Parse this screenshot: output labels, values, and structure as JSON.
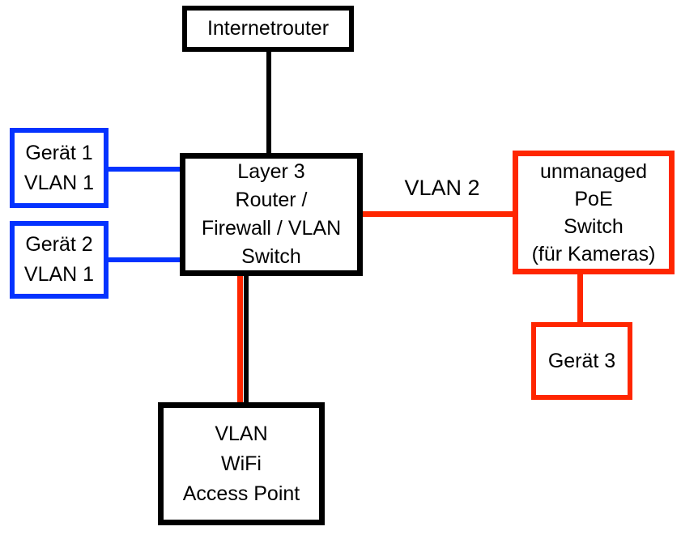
{
  "diagram": {
    "colors": {
      "black": "#000000",
      "blue": "#0433ff",
      "red": "#ff2600"
    },
    "nodes": {
      "internetrouter": {
        "lines": [
          "Internetrouter"
        ]
      },
      "geraet1": {
        "lines": [
          "Gerät 1",
          "VLAN 1"
        ]
      },
      "geraet2": {
        "lines": [
          "Gerät 2",
          "VLAN 1"
        ]
      },
      "layer3": {
        "lines": [
          "Layer 3",
          "Router /",
          "Firewall / VLAN",
          "Switch"
        ]
      },
      "poe_switch": {
        "lines": [
          "unmanaged",
          "PoE",
          "Switch",
          "(für Kameras)"
        ]
      },
      "geraet3": {
        "lines": [
          "Gerät 3"
        ]
      },
      "wifi_ap": {
        "lines": [
          "VLAN",
          "WiFi",
          "Access Point"
        ]
      }
    },
    "edge_labels": {
      "vlan2": "VLAN 2"
    }
  }
}
